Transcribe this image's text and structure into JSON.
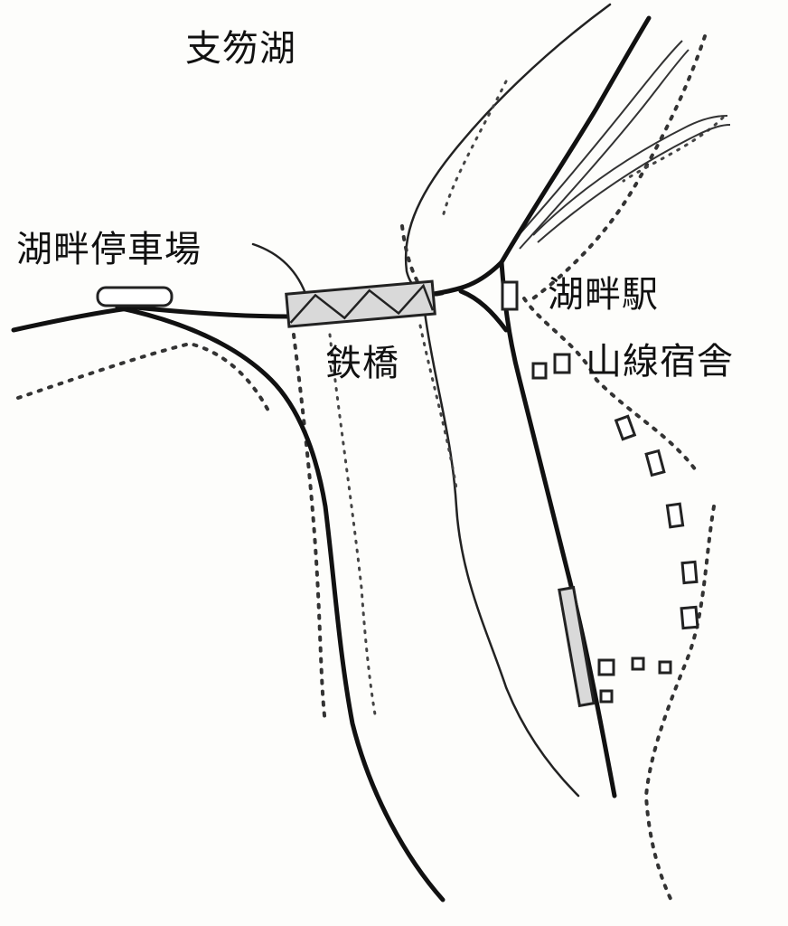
{
  "labels": {
    "lake": "支笏湖",
    "kohan_stop": "湖畔停車場",
    "kohan_station": "湖畔駅",
    "iron_bridge": "鉄橋",
    "mountain_line_housing": "山線宿舎"
  },
  "colors": {
    "ink": "#111111",
    "paper": "#fdfdfb",
    "bridge_fill": "#d9d9d9"
  }
}
